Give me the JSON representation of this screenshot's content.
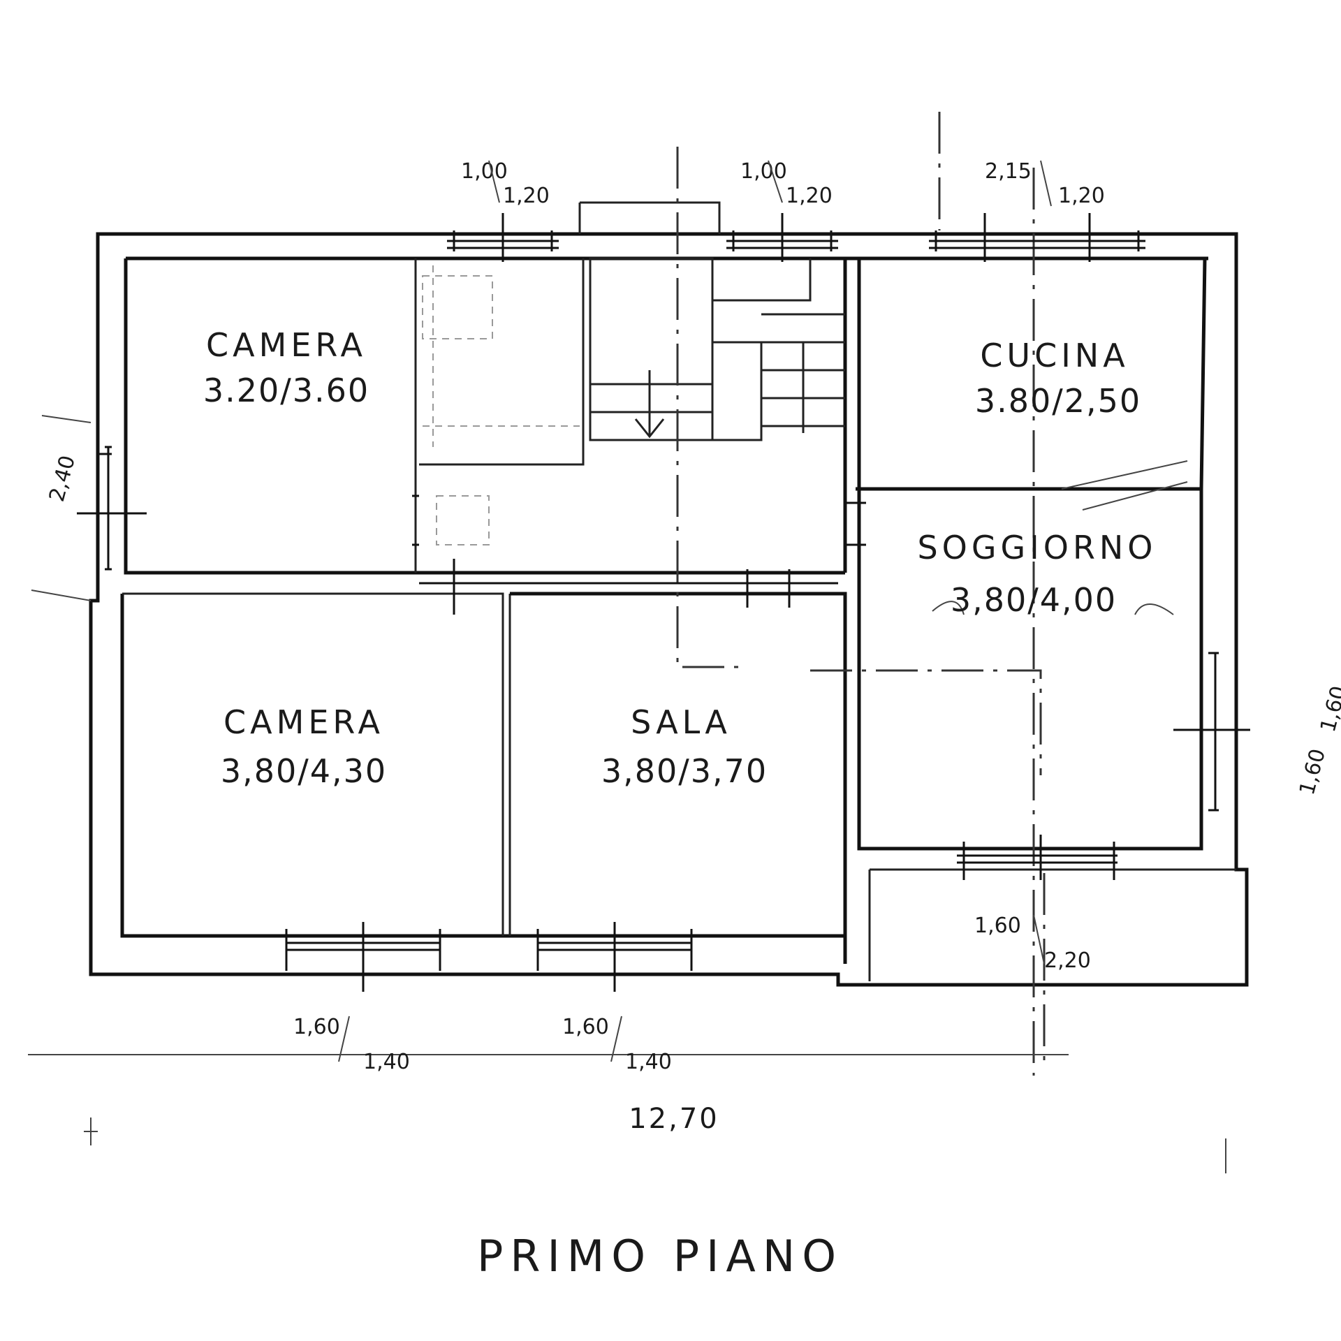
{
  "plan": {
    "title": "PRIMO PIANO",
    "total_width": "12,70",
    "rooms": [
      {
        "id": "camera-top",
        "name": "CAMERA",
        "dims": "3.20/3.60"
      },
      {
        "id": "cucina",
        "name": "CUCINA",
        "dims": "3.80/2,50"
      },
      {
        "id": "soggiorno",
        "name": "SOGGIORNO",
        "dims": "3,80/4,00"
      },
      {
        "id": "camera-bottom",
        "name": "CAMERA",
        "dims": "3,80/4,30"
      },
      {
        "id": "sala",
        "name": "SALA",
        "dims": "3,80/3,70"
      }
    ],
    "windows": {
      "top_left": {
        "w": "1,00",
        "h": "1,20"
      },
      "top_middle": {
        "w": "1,00",
        "h": "1,20"
      },
      "top_right": {
        "w": "2,15",
        "h": "1,20"
      },
      "left": {
        "h": "2,40"
      },
      "right": {
        "w": "1,60",
        "h": "1,60"
      },
      "bottom_left": {
        "w": "1,60",
        "h": "1,40"
      },
      "bottom_middle": {
        "w": "1,60",
        "h": "1,40"
      },
      "balcony": {
        "w": "1,60",
        "h": "2,20"
      }
    }
  }
}
